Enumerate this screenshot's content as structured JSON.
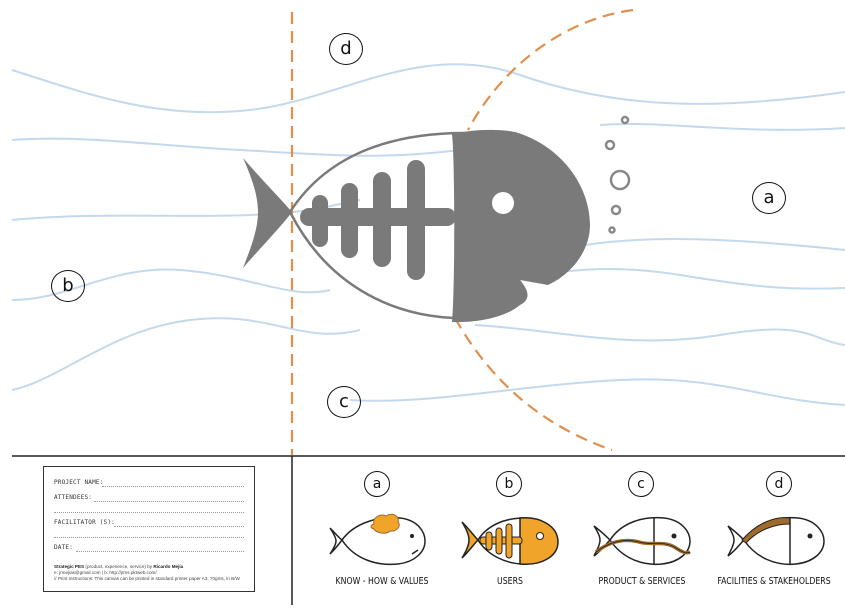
{
  "canvas_labels": {
    "a": "a",
    "b": "b",
    "c": "c",
    "d": "d"
  },
  "info_box": {
    "project_name": "PROJECT NAME:",
    "attendees": "ATTENDEES:",
    "facilitator": "FACILITATOR (S):",
    "date": "DATE:",
    "credit_title": "Strategic PES",
    "credit_sub": " (product, experience, service) by ",
    "credit_author": "Ricardo Mejía",
    "credit_line2": "e: jrmejias@gmail.com | b: http://jrms.pktweb.com/",
    "credit_line3": "// Print Instructions: This canvas can be printed in standard printer paper A3, 70gms, in B/W"
  },
  "legend": [
    {
      "letter": "a",
      "label": "KNOW - HOW & VALUES"
    },
    {
      "letter": "b",
      "label": "USERS"
    },
    {
      "letter": "c",
      "label": "PRODUCT & SERVICES"
    },
    {
      "letter": "d",
      "label": "FACILITIES & STAKEHOLDERS"
    }
  ],
  "colors": {
    "fish_gray": "#7a7a7a",
    "wave_blue": "#c5d9ec",
    "dash_orange": "#e0904c",
    "accent_orange": "#f0a42a",
    "brown": "#a06a2a"
  }
}
